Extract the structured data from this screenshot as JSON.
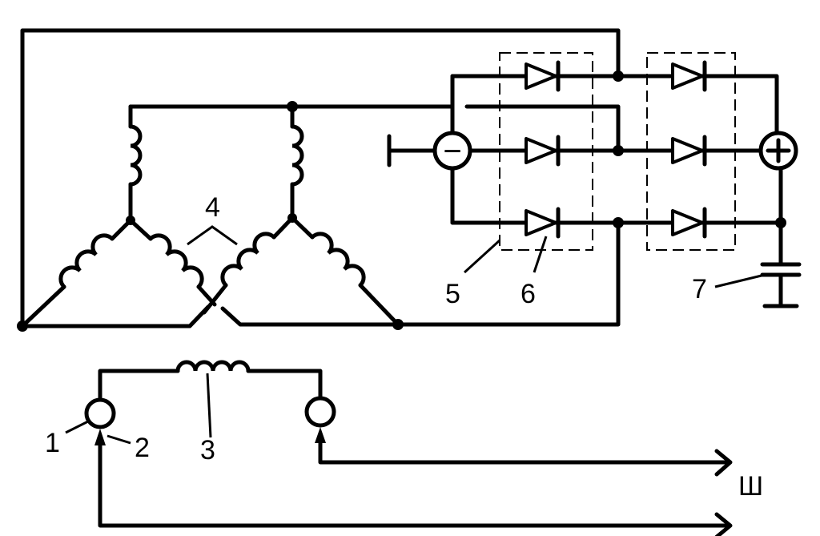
{
  "labels": {
    "slip_ring": "1",
    "brush": "2",
    "field_winding": "3",
    "stator_windings": "4",
    "negative_heatsink": "5",
    "diode": "6",
    "capacitor": "7",
    "field_terminal": "Ш"
  },
  "terminals": {
    "negative": "−",
    "positive": "+"
  }
}
